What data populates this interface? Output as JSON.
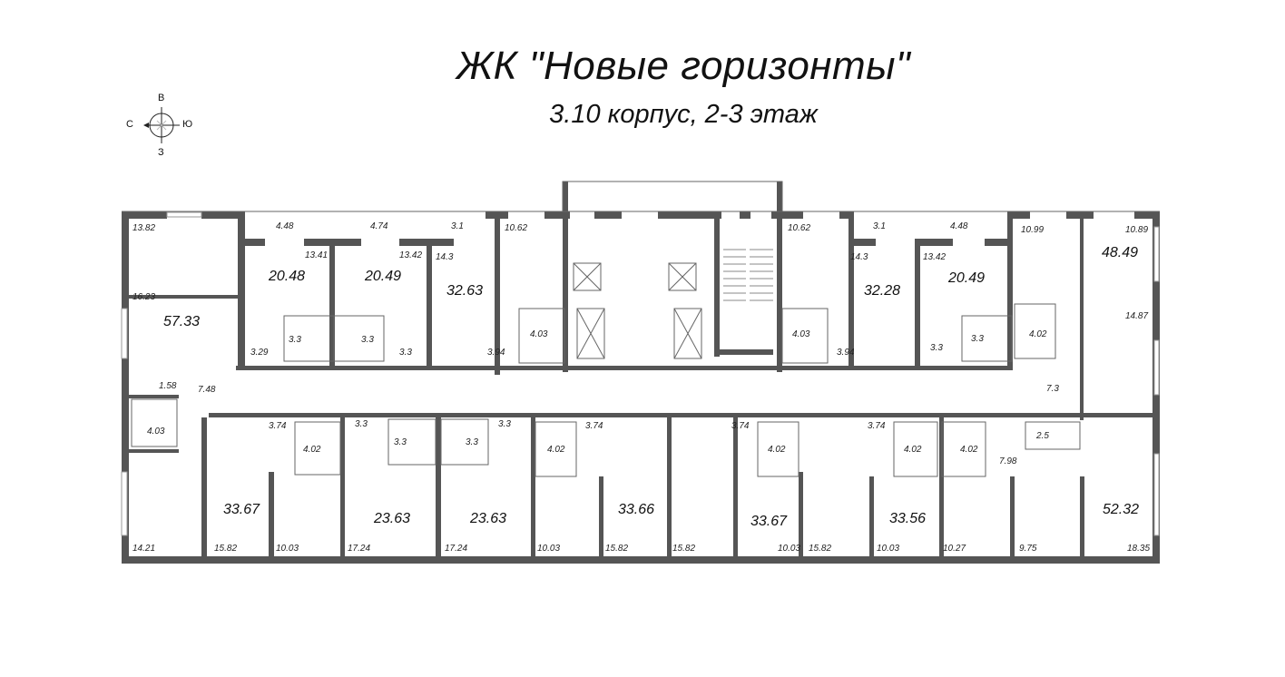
{
  "header": {
    "title": "ЖК \"Новые горизонты\"",
    "subtitle": "3.10 корпус, 2-3 этаж"
  },
  "compass": {
    "north": "С",
    "south": "Ю",
    "east": "В",
    "west": "З"
  },
  "colors": {
    "wall": "#555555",
    "thin_line": "#666666",
    "background": "#ffffff",
    "text": "#111111"
  },
  "apartments": [
    {
      "id": "a1",
      "total": "57.33",
      "rooms": [
        "13.82",
        "16.23",
        "1.58",
        "4.03",
        "7.48",
        "14.21"
      ]
    },
    {
      "id": "a2",
      "total": "20.48",
      "rooms": [
        "4.48",
        "13.41",
        "3.3",
        "3.29"
      ]
    },
    {
      "id": "a3",
      "total": "20.49",
      "rooms": [
        "4.74",
        "13.42",
        "3.3",
        "3.3"
      ]
    },
    {
      "id": "a4",
      "total": "32.63",
      "rooms": [
        "3.1",
        "14.3",
        "10.62",
        "4.03",
        "3.94"
      ]
    },
    {
      "id": "a5",
      "total": "32.28",
      "rooms": [
        "10.62",
        "3.1",
        "14.3",
        "4.03",
        "3.94"
      ]
    },
    {
      "id": "a6",
      "total": "20.49",
      "rooms": [
        "4.48",
        "13.42",
        "3.3",
        "3.3"
      ]
    },
    {
      "id": "a7",
      "total": "48.49",
      "rooms": [
        "10.99",
        "10.89",
        "14.87",
        "4.02",
        "7.3"
      ]
    },
    {
      "id": "a8",
      "total": "33.67",
      "rooms": [
        "3.74",
        "4.02",
        "15.82",
        "10.03"
      ]
    },
    {
      "id": "a9",
      "total": "23.63",
      "rooms": [
        "3.3",
        "3.3",
        "17.24"
      ]
    },
    {
      "id": "a10",
      "total": "23.63",
      "rooms": [
        "3.3",
        "3.3",
        "17.24"
      ]
    },
    {
      "id": "a11",
      "total": "33.66",
      "rooms": [
        "4.02",
        "3.74",
        "10.03",
        "15.82"
      ]
    },
    {
      "id": "a12",
      "total": "33.67",
      "rooms": [
        "15.82",
        "3.74",
        "4.02",
        "10.03"
      ]
    },
    {
      "id": "a13",
      "total": "33.56",
      "rooms": [
        "3.74",
        "4.02",
        "15.82",
        "10.03"
      ]
    },
    {
      "id": "a14",
      "total": "52.32",
      "rooms": [
        "4.02",
        "7.98",
        "2.5",
        "10.27",
        "9.75",
        "18.35"
      ]
    }
  ],
  "labels": {
    "l_13_82": "13.82",
    "l_16_23": "16.23",
    "l_57_33": "57.33",
    "l_1_58": "1.58",
    "l_7_48": "7.48",
    "l_4_03a": "4.03",
    "l_14_21": "14.21",
    "l_4_48a": "4.48",
    "l_13_41": "13.41",
    "l_20_48": "20.48",
    "l_3_3a": "3.3",
    "l_3_29": "3.29",
    "l_4_74": "4.74",
    "l_13_42a": "13.42",
    "l_20_49a": "20.49",
    "l_3_3b": "3.3",
    "l_3_3c": "3.3",
    "l_3_1a": "3.1",
    "l_14_3a": "14.3",
    "l_32_63": "32.63",
    "l_10_62a": "10.62",
    "l_4_03b": "4.03",
    "l_3_94a": "3.94",
    "l_10_62b": "10.62",
    "l_3_1b": "3.1",
    "l_14_3b": "14.3",
    "l_32_28": "32.28",
    "l_4_03c": "4.03",
    "l_3_94b": "3.94",
    "l_4_48b": "4.48",
    "l_13_42b": "13.42",
    "l_20_49b": "20.49",
    "l_3_3d": "3.3",
    "l_3_3e": "3.3",
    "l_10_99": "10.99",
    "l_10_89": "10.89",
    "l_48_49": "48.49",
    "l_14_87": "14.87",
    "l_4_02a": "4.02",
    "l_7_3": "7.3",
    "l_3_74a": "3.74",
    "l_4_02b": "4.02",
    "l_33_67a": "33.67",
    "l_15_82a": "15.82",
    "l_10_03a": "10.03",
    "l_3_3f": "3.3",
    "l_3_3g": "3.3",
    "l_23_63a": "23.63",
    "l_17_24a": "17.24",
    "l_3_3h": "3.3",
    "l_3_3i": "3.3",
    "l_23_63b": "23.63",
    "l_17_24b": "17.24",
    "l_4_02c": "4.02",
    "l_3_74b": "3.74",
    "l_10_03b": "10.03",
    "l_33_66": "33.66",
    "l_15_82b": "15.82",
    "l_15_82c": "15.82",
    "l_3_74c": "3.74",
    "l_4_02d": "4.02",
    "l_33_67b": "33.67",
    "l_10_03c": "10.03",
    "l_15_82d": "15.82",
    "l_3_74d": "3.74",
    "l_4_02e": "4.02",
    "l_33_56": "33.56",
    "l_10_03d": "10.03",
    "l_4_02f": "4.02",
    "l_7_98": "7.98",
    "l_2_5": "2.5",
    "l_10_27": "10.27",
    "l_9_75": "9.75",
    "l_52_32": "52.32",
    "l_18_35": "18.35"
  }
}
